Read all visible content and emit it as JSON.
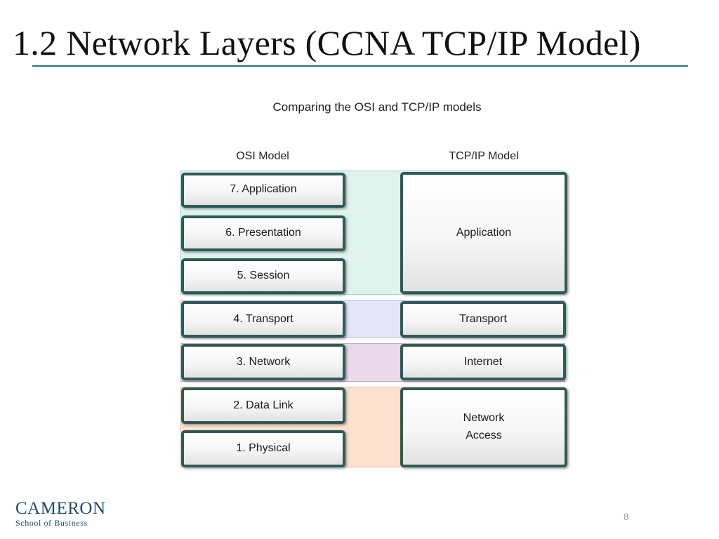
{
  "slide": {
    "title": "1.2 Network Layers (CCNA TCP/IP Model)",
    "page_number": "8",
    "logo": {
      "brand": "CAMERON",
      "sub": "School of Business"
    }
  },
  "diagram": {
    "title": "Comparing the OSI and TCP/IP models",
    "osi_heading": "OSI Model",
    "tcpip_heading": "TCP/IP Model",
    "osi_layers": [
      "7. Application",
      "6. Presentation",
      "5. Session",
      "4. Transport",
      "3. Network",
      "2. Data Link",
      "1. Physical"
    ],
    "tcpip_layers": [
      "Application",
      "Transport",
      "Internet",
      "Network\nAccess"
    ],
    "mapping": {
      "Application": [
        "7. Application",
        "6. Presentation",
        "5. Session"
      ],
      "Transport": [
        "4. Transport"
      ],
      "Internet": [
        "3. Network"
      ],
      "Network\nAccess": [
        "2. Data Link",
        "1. Physical"
      ]
    },
    "colors": {
      "application_band": "#dff3ec",
      "transport_band": "#e4e6f7",
      "internet_band": "#e9d9ea",
      "network_access_band": "#fde1cf",
      "box_border": "#2f5b56",
      "title_rule": "#1f7a7a"
    }
  }
}
